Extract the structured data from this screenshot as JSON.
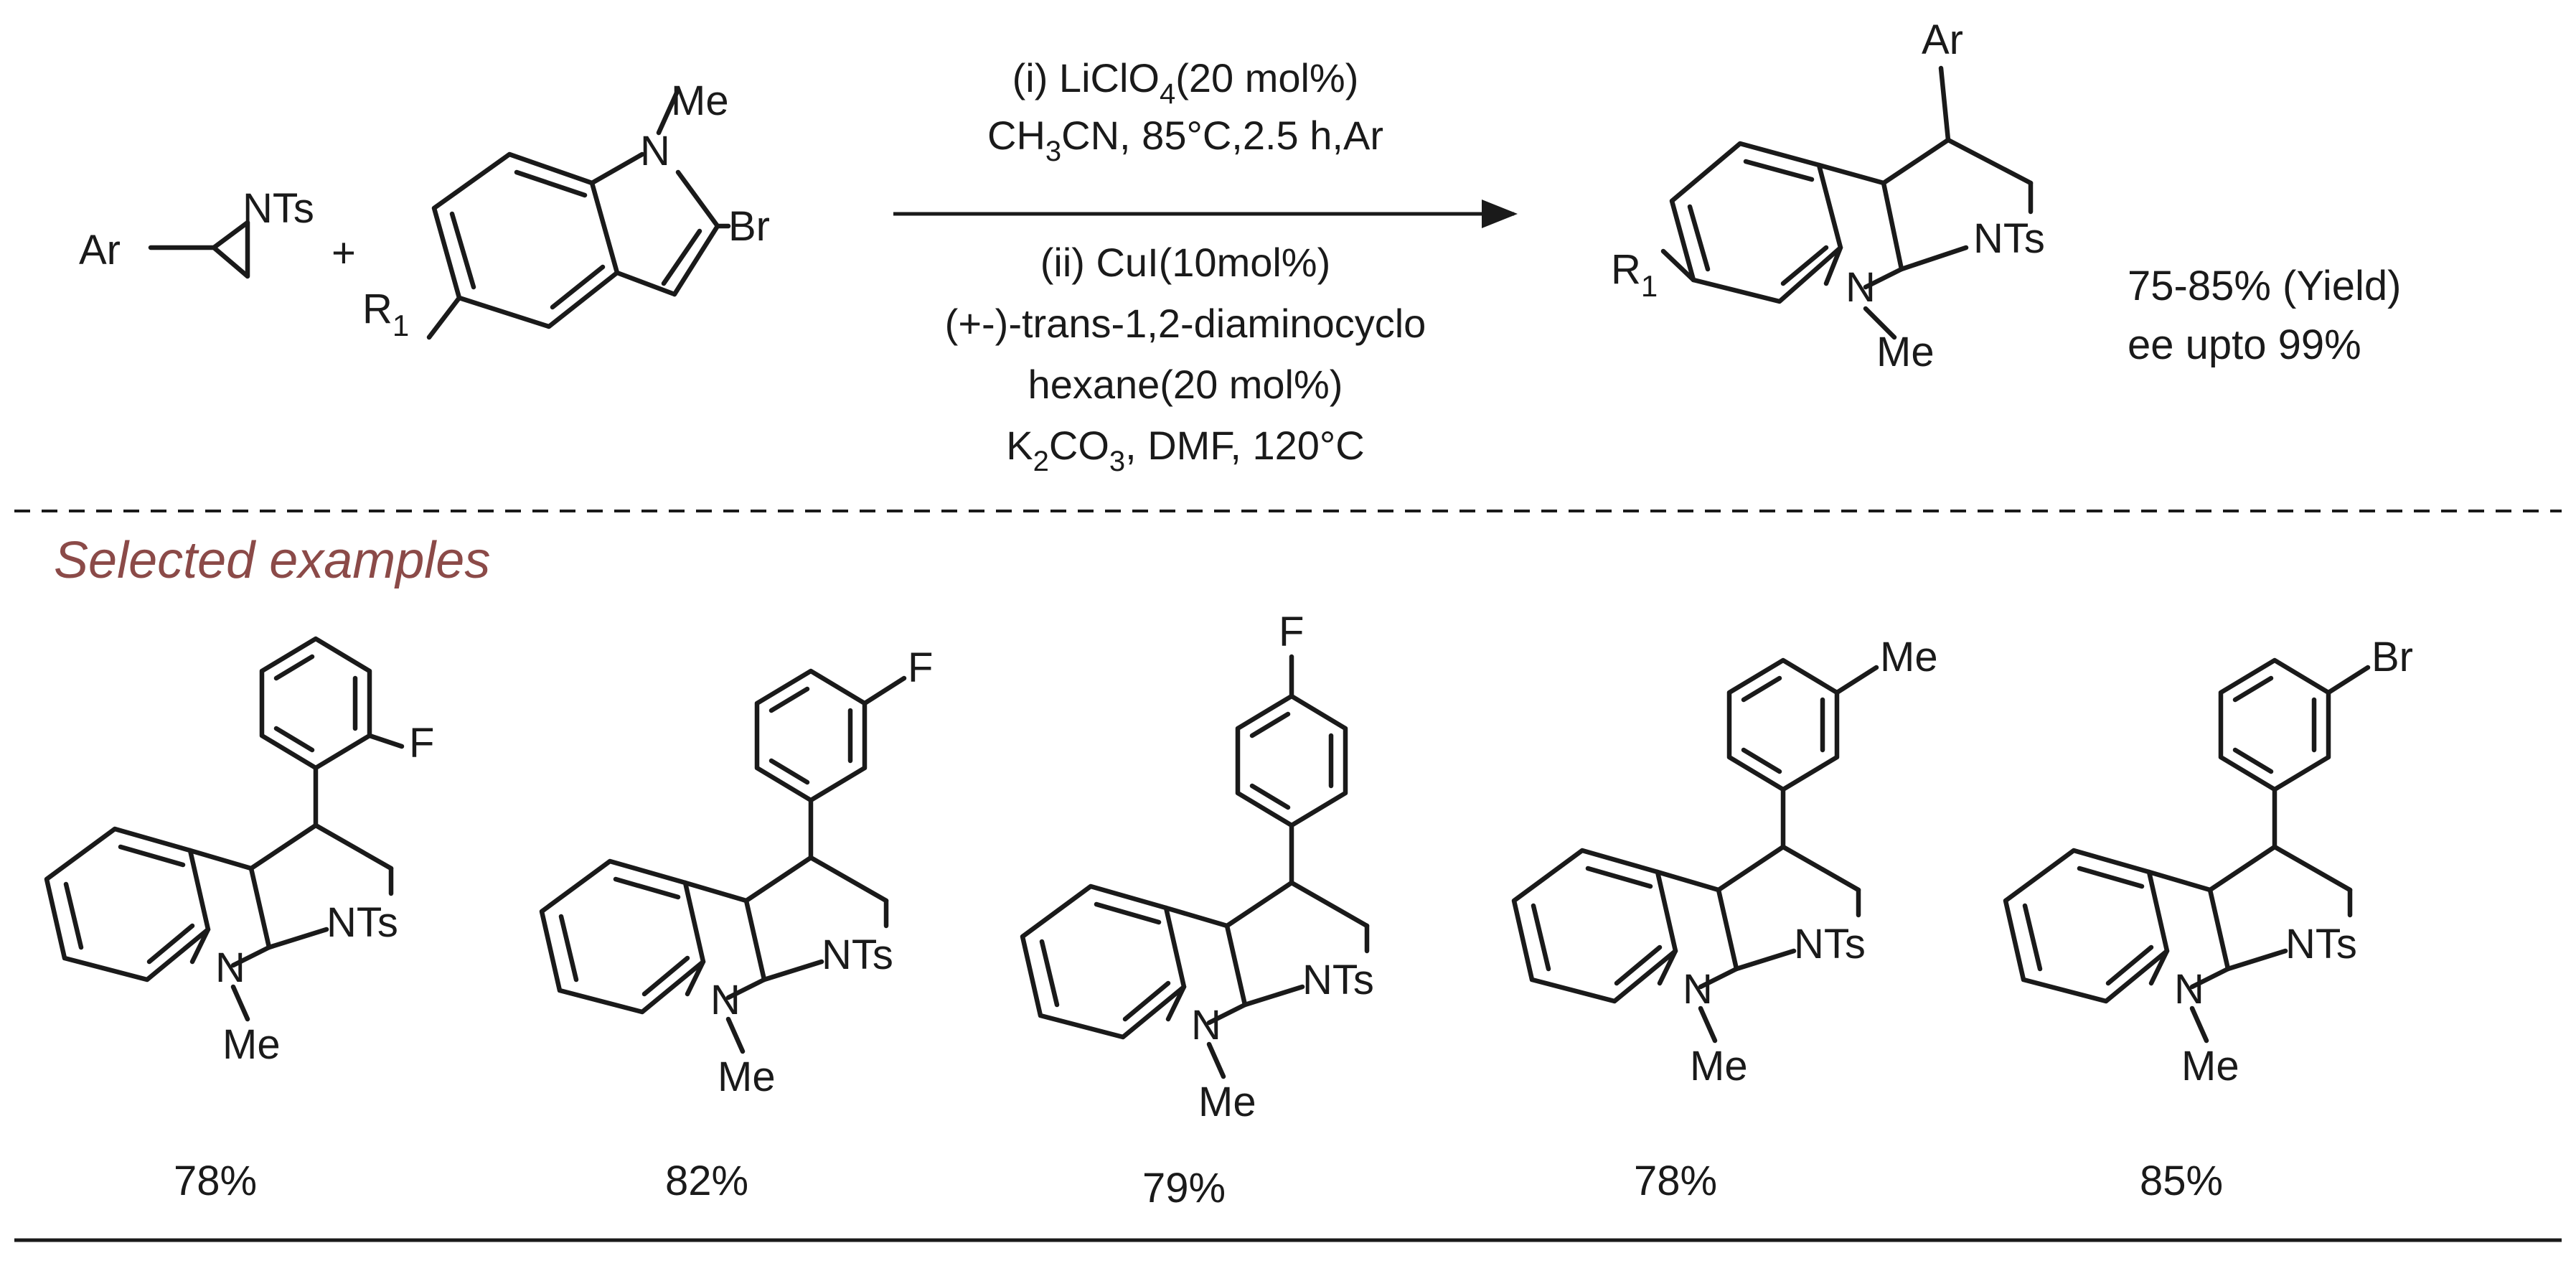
{
  "reagents": {
    "aziridine_ar": "Ar",
    "aziridine_nts": "NTs",
    "plus": "+",
    "indole_me": "Me",
    "indole_n": "N",
    "indole_br": "Br",
    "indole_r1": "R",
    "indole_r1_sub": "1"
  },
  "conditions": {
    "line1": "(i) LiClO",
    "line1_sub": "4",
    "line1_rest": "(20 mol%)",
    "line2_a": "CH",
    "line2_sub": "3",
    "line2_b": "CN, 85°C,2.5 h,Ar",
    "line3": "(ii) CuI(10mol%)",
    "line4": "(+-)-trans-1,2-diaminocyclo",
    "line5": "hexane(20 mol%)",
    "line6_a": "K",
    "line6_sub1": "2",
    "line6_b": "CO",
    "line6_sub2": "3",
    "line6_c": ", DMF,  120°C"
  },
  "product": {
    "ar": "Ar",
    "nts": "NTs",
    "n": "N",
    "me": "Me",
    "r1": "R",
    "r1_sub": "1",
    "yield_range": "75-85% (Yield)",
    "ee": "ee upto 99%"
  },
  "section_title": "Selected examples",
  "examples": [
    {
      "substituent": "F",
      "yield": "78%",
      "nts": "NTs",
      "n": "N",
      "me": "Me"
    },
    {
      "substituent": "F",
      "yield": "82%",
      "nts": "NTs",
      "n": "N",
      "me": "Me"
    },
    {
      "substituent": "F",
      "yield": "79%",
      "nts": "NTs",
      "n": "N",
      "me": "Me"
    },
    {
      "substituent": "Me",
      "yield": "78%",
      "nts": "NTs",
      "n": "N",
      "me": "Me"
    },
    {
      "substituent": "Br",
      "yield": "85%",
      "nts": "NTs",
      "n": "N",
      "me": "Me"
    }
  ],
  "colors": {
    "ink": "#1a1a1a",
    "section_title": "#8b4a48"
  }
}
